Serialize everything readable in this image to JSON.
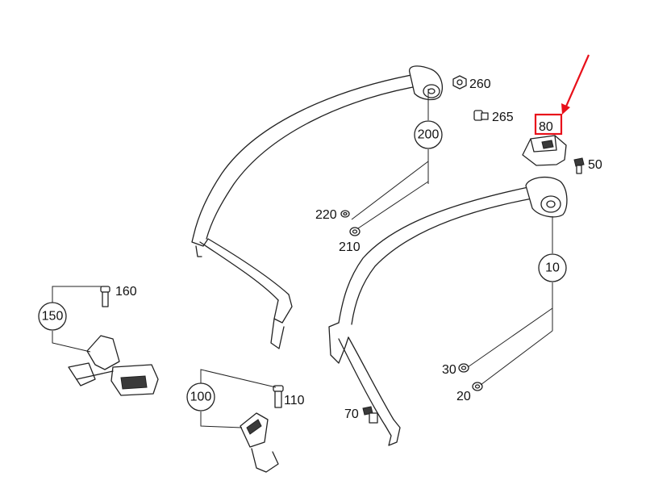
{
  "callouts": {
    "c200": "200",
    "c10": "10",
    "c150": "150",
    "c100": "100"
  },
  "labels": {
    "l260": "260",
    "l265": "265",
    "l80": "80",
    "l50": "50",
    "l220": "220",
    "l210": "210",
    "l160": "160",
    "l30": "30",
    "l20": "20",
    "l110": "110",
    "l70": "70"
  },
  "highlight": {
    "color": "#e8101a",
    "target": "80"
  }
}
